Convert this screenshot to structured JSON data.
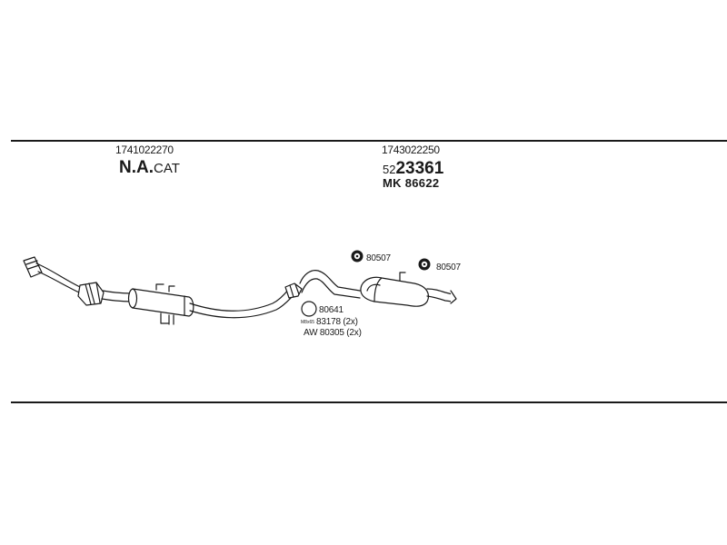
{
  "front_section": {
    "part_number": "1741022270",
    "label_bold": "N.A.",
    "label_normal": "CAT"
  },
  "rear_section": {
    "part_number": "1743022250",
    "code_prefix": "52",
    "code_main": "23361",
    "mount_kit": "MK 86622"
  },
  "callouts": {
    "hanger_middle": "80507",
    "hanger_rear": "80507",
    "gasket": "80641",
    "bolt": "83178 (2x)",
    "bolt_tiny_prefix": "M8x65",
    "clamp": "AW 80305 (2x)"
  }
}
